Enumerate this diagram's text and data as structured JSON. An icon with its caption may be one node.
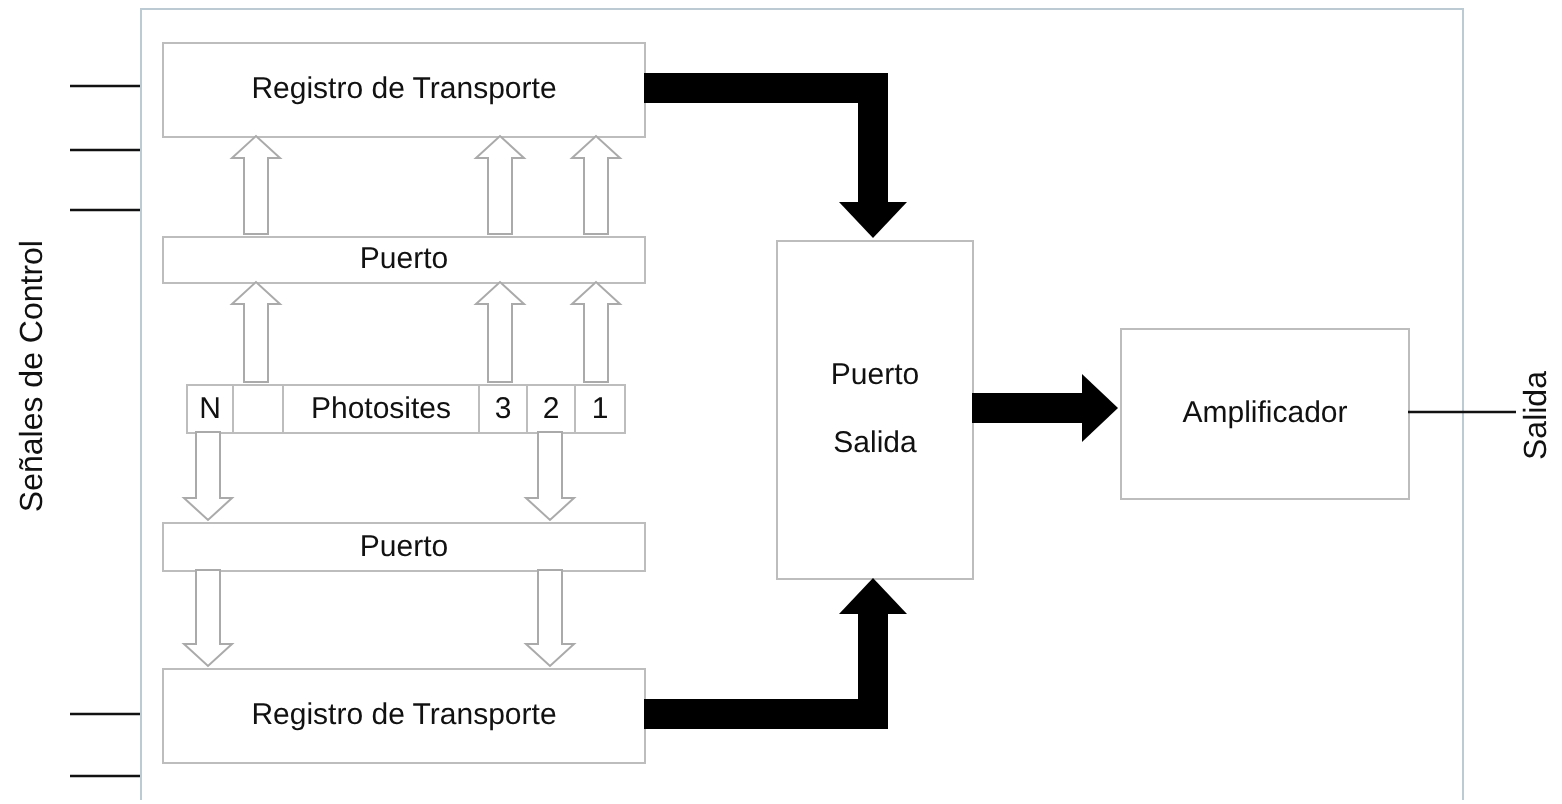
{
  "diagram": {
    "nodes": [
      {
        "text": [],
        "shape": "box"
      },
      {
        "text": [
          "Registro de Transporte"
        ],
        "in": 0
      },
      {
        "text": [
          "Puerto"
        ],
        "in": 0
      },
      {
        "text": [
          "N"
        ],
        "in": 0
      },
      {
        "text": [],
        "shape": "box",
        "in": 0
      },
      {
        "text": [
          "Photosites"
        ],
        "in": 0
      },
      {
        "text": [
          "3"
        ],
        "in": 0
      },
      {
        "text": [
          "2"
        ],
        "in": 0
      },
      {
        "text": [
          "1"
        ],
        "in": 0
      },
      {
        "text": [
          "Puerto"
        ],
        "in": 0
      },
      {
        "text": [
          "Registro de Transporte"
        ],
        "in": 0
      },
      {
        "text": [
          "Puerto Salida"
        ],
        "in": 0
      },
      {
        "text": [
          "Amplificador"
        ],
        "in": 0
      },
      {
        "text": [
          "Salida"
        ]
      }
    ],
    "edges": [
      {
        "from": 4,
        "to": 2,
        "arrow": "to"
      },
      {
        "from": 6,
        "to": 2,
        "arrow": "to"
      },
      {
        "from": 8,
        "to": 2,
        "arrow": "to"
      },
      {
        "from": 2,
        "to": 1,
        "arrow": "to"
      },
      {
        "from": 2,
        "to": 1,
        "arrow": "to"
      },
      {
        "from": 2,
        "to": 1,
        "arrow": "to"
      },
      {
        "from": 3,
        "to": 9,
        "arrow": "to"
      },
      {
        "from": 7,
        "to": 9,
        "arrow": "to"
      },
      {
        "from": 9,
        "to": 10,
        "arrow": "to"
      },
      {
        "from": 9,
        "to": 10,
        "arrow": "to"
      },
      {
        "from": 1,
        "to": 11,
        "arrow": "to",
        "style": "thick"
      },
      {
        "from": 10,
        "to": 11,
        "arrow": "to",
        "style": "thick"
      },
      {
        "from": 11,
        "to": 12,
        "arrow": "to",
        "style": "thick"
      },
      {
        "from": 12,
        "to": 13,
        "arrow": "none"
      },
      {
        "from": null,
        "to": 0,
        "arrow": "none"
      },
      {
        "from": null,
        "to": 0,
        "arrow": "none"
      },
      {
        "from": null,
        "to": 0,
        "arrow": "none"
      },
      {
        "from": null,
        "to": 0,
        "arrow": "none"
      },
      {
        "from": null,
        "to": 0,
        "arrow": "none"
      }
    ],
    "labels": [
      "Señales de Control"
    ]
  }
}
